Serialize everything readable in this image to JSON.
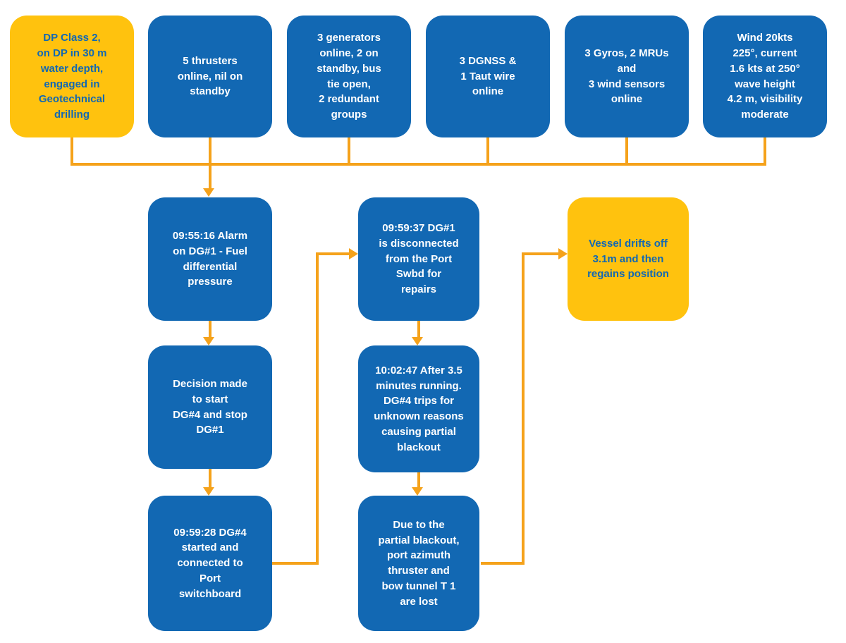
{
  "diagram": {
    "type": "flowchart",
    "colors": {
      "box_blue": "#1268B3",
      "box_yellow": "#FFC20E",
      "text_on_blue": "#FFFFFF",
      "text_on_yellow": "#1268B3",
      "connector": "#F5A21B"
    },
    "nodes": {
      "start": {
        "text": "DP Class 2,\non DP in 30 m\nwater depth,\nengaged in\nGeotechnical\ndrilling",
        "style": "yellow"
      },
      "thrusters": {
        "text": "5 thrusters\nonline, nil on\nstandby",
        "style": "blue"
      },
      "generators": {
        "text": "3 generators\nonline, 2 on\nstandby, bus\ntie open,\n2 redundant\ngroups",
        "style": "blue"
      },
      "reference": {
        "text": "3 DGNSS &\n1 Taut wire\nonline",
        "style": "blue"
      },
      "sensors": {
        "text": "3 Gyros, 2 MRUs\nand\n3 wind sensors\nonline",
        "style": "blue"
      },
      "weather": {
        "text": "Wind 20kts\n225°, current\n1.6 kts at 250°\nwave height\n4.2 m, visibility\nmoderate",
        "style": "blue"
      },
      "alarm": {
        "text": "09:55:16 Alarm\non DG#1 - Fuel\ndifferential\npressure",
        "style": "blue"
      },
      "decision": {
        "text": "Decision made\nto start\nDG#4 and stop\nDG#1",
        "style": "blue"
      },
      "dg4_started": {
        "text": "09:59:28 DG#4\nstarted and\nconnected to\nPort\nswitchboard",
        "style": "blue"
      },
      "dg1_disconnected": {
        "text": "09:59:37 DG#1\nis disconnected\nfrom the Port\nSwbd for\nrepairs",
        "style": "blue"
      },
      "dg4_trips": {
        "text": "10:02:47 After 3.5\nminutes running.\nDG#4 trips for\nunknown reasons\ncausing partial\nblackout",
        "style": "blue"
      },
      "thrusters_lost": {
        "text": "Due to the\npartial blackout,\nport azimuth\nthruster and\nbow tunnel T 1\nare lost",
        "style": "blue"
      },
      "outcome": {
        "text": "Vessel drifts off\n3.1m and then\nregains position",
        "style": "yellow"
      }
    }
  }
}
